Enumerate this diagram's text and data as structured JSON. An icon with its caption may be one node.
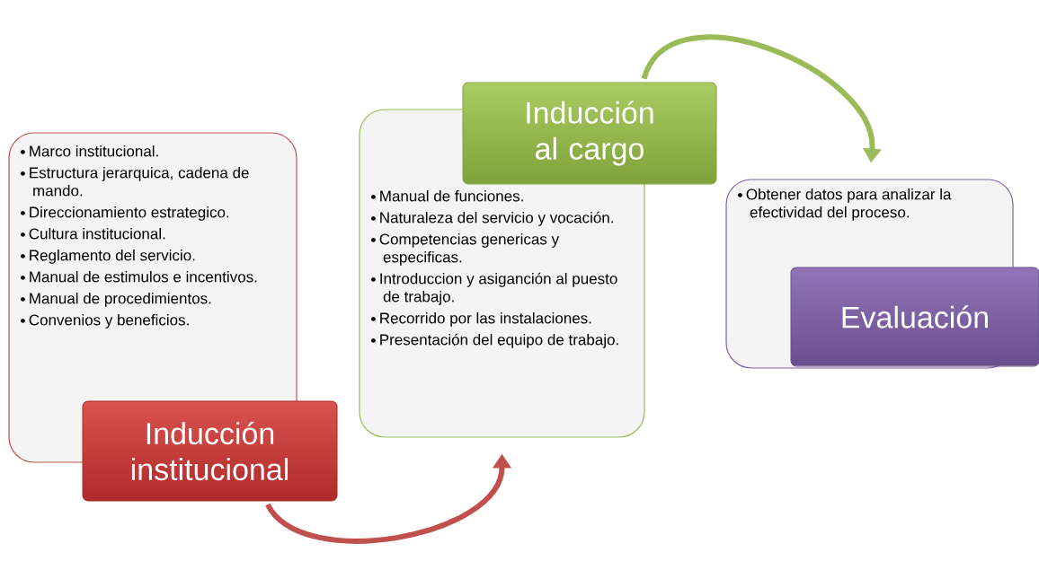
{
  "diagram": {
    "nodes": [
      {
        "text": [
          "Marco institucional.",
          "Estructura jerarquica, cadena de mando.",
          "Direccionamiento estrategico.",
          "Cultura institucional.",
          "Reglamento del servicio.",
          "Manual de estimulos e incentivos.",
          "Manual de procedimientos.",
          "Convenios y beneficios."
        ]
      },
      {
        "text": [
          "Inducción institucional"
        ]
      },
      {
        "text": [
          "Manual de funciones.",
          "Naturaleza del servicio y vocación.",
          "Competencias genericas y especificas.",
          "Introduccion y asiganción al puesto de trabajo.",
          "Recorrido por las instalaciones.",
          "Presentación del equipo de trabajo."
        ]
      },
      {
        "text": [
          "Inducción al cargo"
        ]
      },
      {
        "text": [
          "Obtener datos para analizar la efectividad del proceso."
        ]
      },
      {
        "text": [
          "Evaluación"
        ]
      }
    ],
    "edges": [
      {
        "from": 1,
        "to": 2,
        "arrow": "to",
        "color": "#c0504d"
      },
      {
        "from": 3,
        "to": 4,
        "arrow": "to",
        "color": "#9bbb59"
      }
    ]
  }
}
